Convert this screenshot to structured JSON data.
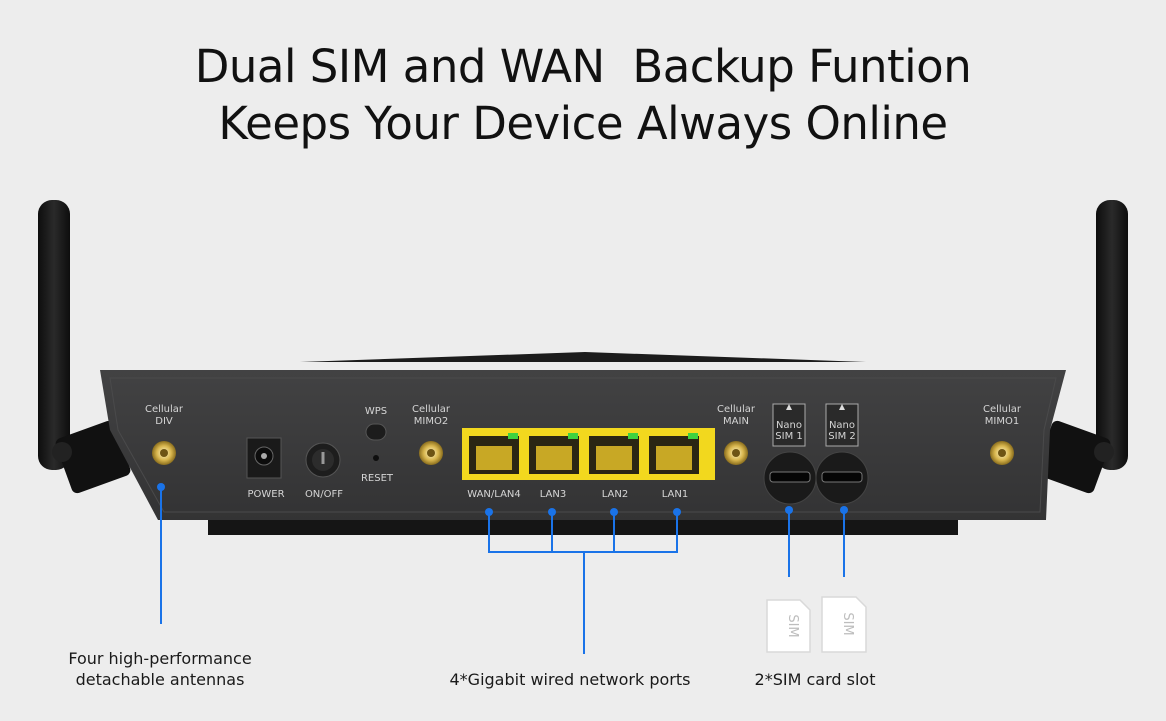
{
  "headline": {
    "line1": "Dual SIM and WAN  Backup Funtion",
    "line2": "Keeps Your Device Always Online"
  },
  "router": {
    "antenna_ports": [
      {
        "line1": "Cellular",
        "line2": "DIV"
      },
      {
        "line1": "Cellular",
        "line2": "MIMO2"
      },
      {
        "line1": "Cellular",
        "line2": "MAIN"
      },
      {
        "line1": "Cellular",
        "line2": "MIMO1"
      }
    ],
    "power_label": "POWER",
    "onoff_label": "ON/OFF",
    "wps_label": "WPS",
    "reset_label": "RESET",
    "lan_ports": [
      "WAN/LAN4",
      "LAN3",
      "LAN2",
      "LAN1"
    ],
    "sim_slots": [
      {
        "line1": "Nano",
        "line2": "SIM 1"
      },
      {
        "line1": "Nano",
        "line2": "SIM 2"
      }
    ],
    "sim_card_text": "SIM"
  },
  "captions": {
    "antennas_line1": "Four high-performance",
    "antennas_line2": "detachable antennas",
    "ports": "4*Gigabit wired network ports",
    "sim": "2*SIM card slot"
  },
  "colors": {
    "callout": "#1a73e8",
    "port_yellow": "#f2d81e",
    "router_body": "#3a3a3b"
  }
}
